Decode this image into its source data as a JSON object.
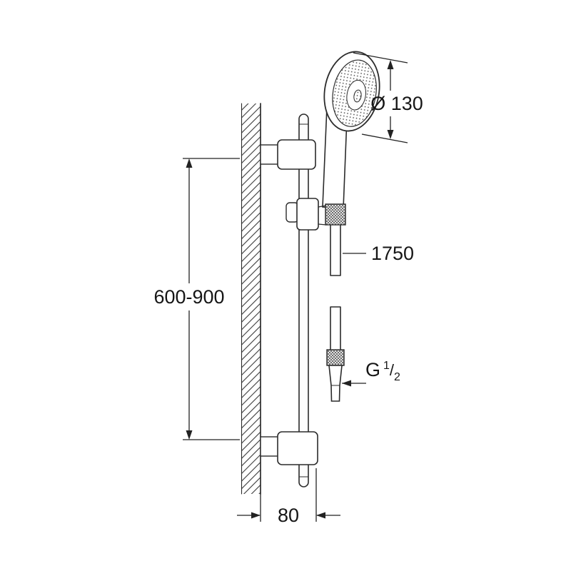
{
  "drawing": {
    "background": "#ffffff",
    "line_color": "#2b2b2b",
    "labels": {
      "head_diameter": "Ø 130",
      "bar_range": "600-900",
      "hose_length": "1750",
      "thread": {
        "prefix": "G",
        "numerator": "1",
        "slash": "/",
        "denominator": "2"
      },
      "wall_distance": "80"
    }
  }
}
